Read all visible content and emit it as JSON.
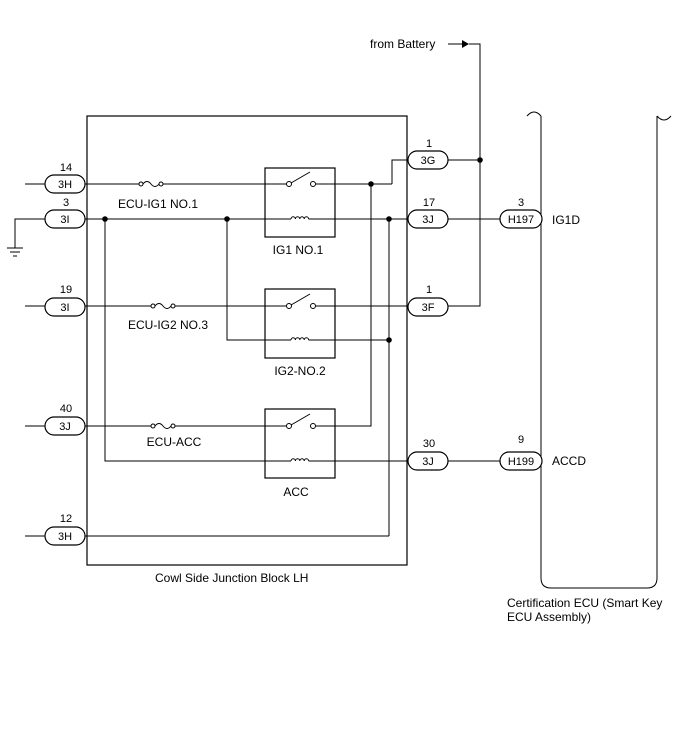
{
  "source_label": "from Battery",
  "junction_block": {
    "name": "Cowl Side Junction Block LH"
  },
  "ecu": {
    "name_line1": "Certification ECU (Smart Key",
    "name_line2": "ECU Assembly)"
  },
  "fuses": {
    "ig1": "ECU-IG1 NO.1",
    "ig2": "ECU-IG2 NO.3",
    "acc": "ECU-ACC"
  },
  "relays": {
    "ig1": "IG1 NO.1",
    "ig2": "IG2-NO.2",
    "acc": "ACC"
  },
  "left_connectors": [
    {
      "pin": "14",
      "conn": "3H"
    },
    {
      "pin": "3",
      "conn": "3I"
    },
    {
      "pin": "19",
      "conn": "3I"
    },
    {
      "pin": "40",
      "conn": "3J"
    },
    {
      "pin": "12",
      "conn": "3H"
    }
  ],
  "right_connectors": [
    {
      "pin": "1",
      "conn": "3G"
    },
    {
      "pin": "17",
      "conn": "3J"
    },
    {
      "pin": "1",
      "conn": "3F"
    },
    {
      "pin": "30",
      "conn": "3J"
    }
  ],
  "ecu_connectors": [
    {
      "pin": "3",
      "conn": "H197",
      "signal": "IG1D"
    },
    {
      "pin": "9",
      "conn": "H199",
      "signal": "ACCD"
    }
  ],
  "icons": {
    "ground": "ground-symbol",
    "fuse": "fuse-symbol",
    "relay_switch": "relay-switch-symbol",
    "relay_coil": "relay-coil-symbol",
    "arrow": "arrow-icon"
  }
}
